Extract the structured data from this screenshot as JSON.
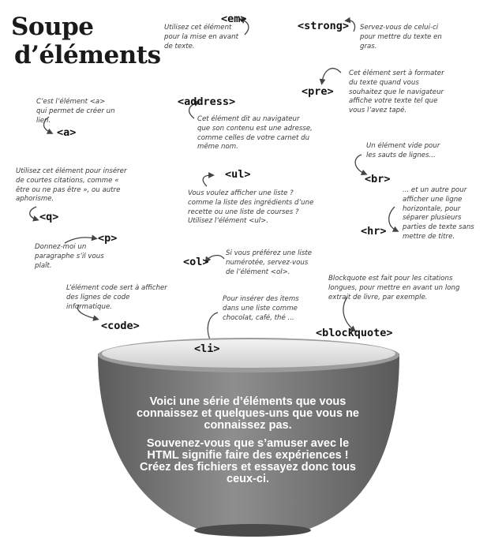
{
  "title": {
    "line1": "Soupe",
    "line2": "d’éléments"
  },
  "items": {
    "em": {
      "tag": "<em>",
      "note": "Utilisez cet élément pour la mise en avant de texte."
    },
    "strong": {
      "tag": "<strong>",
      "note": "Servez-vous de celui-ci pour mettre du texte en gras."
    },
    "pre": {
      "tag": "<pre>",
      "note": "Cet élément sert à formater du texte quand vous souhaitez que le navigateur affiche votre texte tel que vous l’avez tapé."
    },
    "a": {
      "tag": "<a>",
      "note": "C’est l’élément <a> qui permet de créer un lien."
    },
    "address": {
      "tag": "<address>",
      "note": "Cet élément dit au navigateur que son contenu est une adresse, comme celles de votre carnet du même nom."
    },
    "br": {
      "tag": "<br>",
      "note": "Un élément vide pour les sauts de lignes..."
    },
    "q": {
      "tag": "<q>",
      "note": "Utilisez cet élément pour insérer de courtes citations, comme « être ou ne pas être », ou autre aphorisme."
    },
    "ul": {
      "tag": "<ul>",
      "note": "Vous voulez afficher une liste ? comme la liste des ingrédients d’une recette ou une liste de courses ? Utilisez l’élément <ul>."
    },
    "hr": {
      "tag": "<hr>",
      "note": "... et un autre pour afficher une ligne horizontale, pour séparer plusieurs parties de texte sans mettre de titre."
    },
    "p": {
      "tag": "<p>",
      "note": "Donnez-moi un paragraphe s’il vous plaît."
    },
    "ol": {
      "tag": "<ol>",
      "note": "Si vous préférez une liste numérotée, servez-vous de l’élément <ol>."
    },
    "code": {
      "tag": "<code>",
      "note": "L’élément code sert à afficher des lignes de code informatique."
    },
    "li": {
      "tag": "<li>",
      "note": "Pour insérer des items dans une liste comme chocolat, café, thé ..."
    },
    "blockquote": {
      "tag": "<blockquote>",
      "note": "Blockquote est fait pour les citations longues, pour mettre en avant un long extrait de livre, par exemple."
    }
  },
  "bowl": {
    "paragraph1": "Voici une série d’éléments que vous connaissez et quelques-uns que vous ne connaissez pas.",
    "paragraph2": "Souvenez-vous que s’amuser avec le HTML signifie faire des expériences ! Créez des fichiers et essayez donc tous ceux-ci."
  },
  "colors": {
    "bowl_top": "#d8d8d8",
    "bowl_rim_inner": "#ebebeb",
    "bowl_body_light": "#8f8f8f",
    "bowl_body_dark": "#5a5a5a",
    "text_on_bowl": "#ffffff"
  }
}
